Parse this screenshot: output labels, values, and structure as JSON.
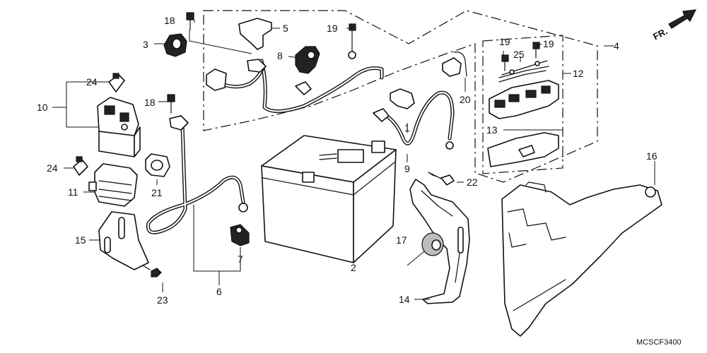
{
  "diagram": {
    "code": "MCSCF3400",
    "direction_label": "FR.",
    "callouts": {
      "c1": "1",
      "c2": "2",
      "c3": "3",
      "c4": "4",
      "c5": "5",
      "c6": "6",
      "c7": "7",
      "c8": "8",
      "c9": "9",
      "c10": "10",
      "c11": "11",
      "c12": "12",
      "c13": "13",
      "c14": "14",
      "c15": "15",
      "c16": "16",
      "c17": "17",
      "c18a": "18",
      "c18b": "18",
      "c19a": "19",
      "c19b": "19",
      "c19c": "19",
      "c20": "20",
      "c21": "21",
      "c22": "22",
      "c23": "23",
      "c24a": "24",
      "c24b": "24",
      "c25": "25"
    }
  }
}
